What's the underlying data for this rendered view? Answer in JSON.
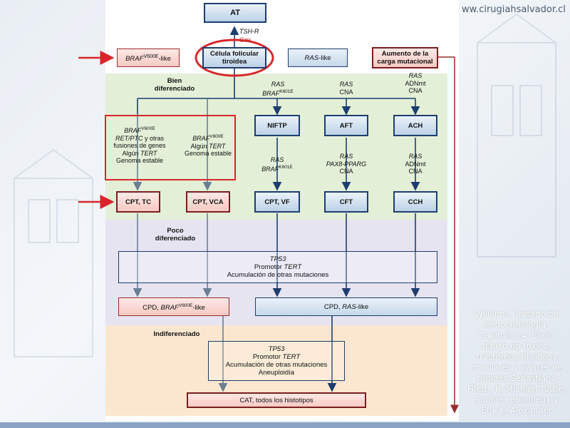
{
  "site_url": "ww.cirugiahsalvador.cl",
  "caption": "Williams. Tratado de endocrinología. Capítulo 14. Bocio difuso no tóxico, trastornos tiroideos nodulares y cáncer de tiroides Sebastiano Filetti, R. Michael Tuttle, Sophie Leboulleux y Erik K. Alexander",
  "nodes": {
    "at": "AT",
    "tsh_r": "TSH-R",
    "gas": "Gαs",
    "celula_line1": "Célula folicular",
    "celula_line2": "tiroidea",
    "braf_like_base": "BRAF",
    "braf_like_sup": "V600E",
    "braf_like_suffix": "-like",
    "ras_like_italic": "RAS",
    "ras_like_suffix": "-like",
    "aumento_line1": "Aumento de la",
    "aumento_line2": "carga mutacional",
    "niftp": "NIFTP",
    "aft": "AFT",
    "ach": "ACH",
    "cpt_tc": "CPT, TC",
    "cpt_vca": "CPT, VCA",
    "cpt_vf": "CPT, VF",
    "cft": "CFT",
    "cch": "CCH",
    "cpd_braf_prefix": "CPD, ",
    "cpd_braf_base": "BRAF",
    "cpd_braf_sup": "V600E",
    "cpd_braf_suffix": "-like",
    "cpd_ras_prefix": "CPD, ",
    "cpd_ras_italic": "RAS",
    "cpd_ras_suffix": "-like",
    "cat": "CAT, todos los histotipos"
  },
  "stages": {
    "bien_line1": "Bien",
    "bien_line2": "diferenciado",
    "poco_line1": "Poco",
    "poco_line2": "diferenciado",
    "indif": "Indiferenciado"
  },
  "mutations": {
    "top_mid_ras": "RAS",
    "top_mid_braf": "BRAF",
    "top_mid_braf_sup": "K601E",
    "top_aft_ras": "RAS",
    "top_aft_cna": "CNA",
    "top_ach_ras": "RAS",
    "top_ach_adn": "ADNmt",
    "top_ach_cna": "CNA",
    "left_braf": "BRAF",
    "left_braf_sup": "V600E",
    "left_ret": "RET/PTC",
    "left_ret_rest": " y otras",
    "left_fusiones": "fusiones de genes",
    "left_algun": "Algún ",
    "left_tert": "TERT",
    "left_genoma": "Genoma estable",
    "vca_braf": "BRAF",
    "vca_braf_sup": "V600E",
    "vca_algun": "Algún ",
    "vca_tert": "TERT",
    "vca_genoma": "Genoma estable",
    "niftp_ras": "RAS",
    "niftp_braf": "BRAF",
    "niftp_braf_sup": "K601E",
    "aft_ras": "RAS",
    "aft_pax8": "PAX8-PPARG",
    "aft_cna": "CNA",
    "ach_ras": "RAS",
    "ach_adn": "ADNmt",
    "ach_cna": "CNA",
    "poco_tp53": "TP53",
    "poco_promotor": "Promotor ",
    "poco_tert": "TERT",
    "poco_acum": "Acumulación de otras mutaciones",
    "indif_tp53": "TP53",
    "indif_promotor": "Promotor ",
    "indif_tert": "TERT",
    "indif_acum": "Acumulación de otras mutaciones",
    "indif_aneup": "Aneuploidía"
  },
  "colors": {
    "band_bien": "#e3efd7",
    "band_poco": "#e7e4f2",
    "band_indif": "#fbe7cf",
    "box_blue_border": "#1d3d6e",
    "highlight_red": "#d9262a"
  }
}
